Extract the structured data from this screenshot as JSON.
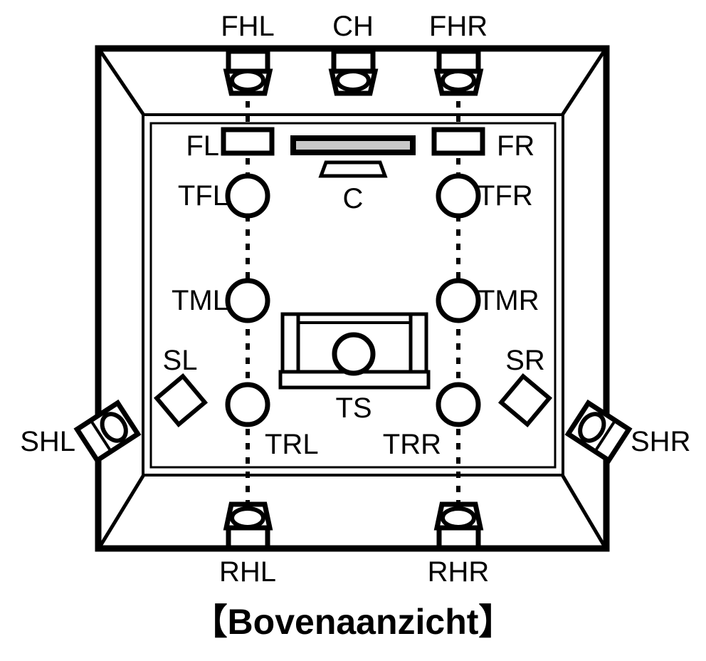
{
  "diagram": {
    "title": "Bovenaanzicht",
    "caption": "【Bovenaanzicht】",
    "view_type": "top-view",
    "colors": {
      "stroke": "#000000",
      "background": "#ffffff",
      "screen_fill": "#c9c9c9"
    },
    "labels": {
      "fhl": "FHL",
      "ch": "CH",
      "fhr": "FHR",
      "fl": "FL",
      "fr": "FR",
      "c": "C",
      "tfl": "TFL",
      "tfr": "TFR",
      "tml": "TML",
      "tmr": "TMR",
      "sl": "SL",
      "sr": "SR",
      "shl": "SHL",
      "shr": "SHR",
      "trl": "TRL",
      "trr": "TRR",
      "ts": "TS",
      "rhl": "RHL",
      "rhr": "RHR"
    },
    "speakers": [
      {
        "id": "FHL",
        "label": "FHL",
        "type": "front-height-speaker",
        "shape": "wall-mounted-trapezoid",
        "position": "front-wall-left"
      },
      {
        "id": "CH",
        "label": "CH",
        "type": "center-height-speaker",
        "shape": "wall-mounted-trapezoid",
        "position": "front-wall-center"
      },
      {
        "id": "FHR",
        "label": "FHR",
        "type": "front-height-speaker",
        "shape": "wall-mounted-trapezoid",
        "position": "front-wall-right"
      },
      {
        "id": "FL",
        "label": "FL",
        "type": "front-left-speaker",
        "shape": "rectangle",
        "position": "front-left"
      },
      {
        "id": "FR",
        "label": "FR",
        "type": "front-right-speaker",
        "shape": "rectangle",
        "position": "front-right"
      },
      {
        "id": "C",
        "label": "C",
        "type": "center-speaker",
        "shape": "trapezoid",
        "position": "front-center"
      },
      {
        "id": "TFL",
        "label": "TFL",
        "type": "top-front-left-speaker",
        "shape": "circle",
        "position": "ceiling-front-left"
      },
      {
        "id": "TFR",
        "label": "TFR",
        "type": "top-front-right-speaker",
        "shape": "circle",
        "position": "ceiling-front-right"
      },
      {
        "id": "TML",
        "label": "TML",
        "type": "top-middle-left-speaker",
        "shape": "circle",
        "position": "ceiling-middle-left"
      },
      {
        "id": "TMR",
        "label": "TMR",
        "type": "top-middle-right-speaker",
        "shape": "circle",
        "position": "ceiling-middle-right"
      },
      {
        "id": "TRL",
        "label": "TRL",
        "type": "top-rear-left-speaker",
        "shape": "circle",
        "position": "ceiling-rear-left"
      },
      {
        "id": "TRR",
        "label": "TRR",
        "type": "top-rear-right-speaker",
        "shape": "circle",
        "position": "ceiling-rear-right"
      },
      {
        "id": "SL",
        "label": "SL",
        "type": "surround-left-speaker",
        "shape": "diamond",
        "position": "side-left"
      },
      {
        "id": "SR",
        "label": "SR",
        "type": "surround-right-speaker",
        "shape": "diamond",
        "position": "side-right"
      },
      {
        "id": "SHL",
        "label": "SHL",
        "type": "surround-height-left-speaker",
        "shape": "rotated-wall-speaker",
        "position": "side-wall-left"
      },
      {
        "id": "SHR",
        "label": "SHR",
        "type": "surround-height-right-speaker",
        "shape": "rotated-wall-speaker",
        "position": "side-wall-right"
      },
      {
        "id": "RHL",
        "label": "RHL",
        "type": "rear-height-left-speaker",
        "shape": "wall-mounted-trapezoid",
        "position": "rear-wall-left"
      },
      {
        "id": "RHR",
        "label": "RHR",
        "type": "rear-height-right-speaker",
        "shape": "wall-mounted-trapezoid",
        "position": "rear-wall-right"
      }
    ],
    "furniture": [
      {
        "id": "TS",
        "label": "TS",
        "type": "listening-seat",
        "shape": "sofa-with-head"
      },
      {
        "id": "SCREEN",
        "label": "",
        "type": "display-screen",
        "shape": "filled-bar"
      }
    ]
  }
}
